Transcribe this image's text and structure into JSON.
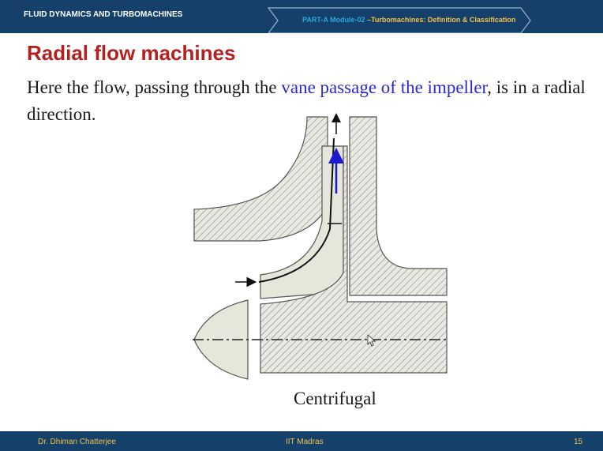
{
  "header": {
    "course_title": "FLUID DYNAMICS AND TURBOMACHINES",
    "breadcrumb_part": "PART-A Module-02",
    "breadcrumb_sep": " –",
    "breadcrumb_topic": "Turbomachines: Definition & Classification"
  },
  "slide": {
    "title": "Radial flow machines",
    "text_before": "Here the flow, passing through the ",
    "text_highlight": "vane passage of the impeller",
    "text_after": ", is in a radial direction.",
    "figure_caption": "Centrifugal"
  },
  "footer": {
    "author": "Dr. Dhiman Chatterjee",
    "institution": "IIT Madras",
    "page_number": "15"
  },
  "colors": {
    "bar": "#14406a",
    "title": "#b32020",
    "highlight": "#2a2ad0",
    "footer_text": "#f2c24a",
    "part_text": "#2aa8e0"
  }
}
